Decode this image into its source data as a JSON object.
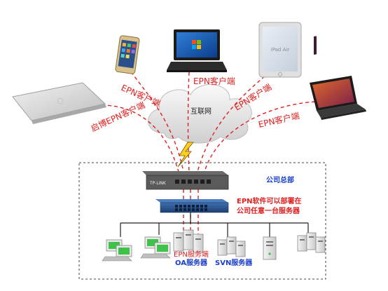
{
  "labels": {
    "qibo_client": "启博EPN客户端",
    "phone_client": "EPN客户端",
    "laptop_client": "EPN客户端",
    "ipad_client": "EPN客户端",
    "ubuntu_client": "EPN客户端",
    "internet": "互联网",
    "headquarters": "公司总部",
    "epn_note_line1": "EPN软件可以部署在",
    "epn_note_line2": "公司任意一台服务器",
    "epn_server": "EPN服务端",
    "oa_server": "OA服务器",
    "svn_server": "SVN服务器"
  },
  "devices": {
    "router_brand": "TP-LINK",
    "ipad_text": "iPad Air"
  },
  "colors": {
    "vpn_line": "#e02020",
    "red_text": "#e02020",
    "blue_text": "#1a3fd0",
    "black_text": "#111111"
  }
}
